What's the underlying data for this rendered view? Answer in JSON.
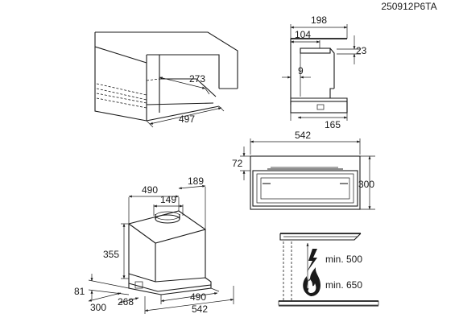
{
  "doc_code": "250912P6TA",
  "cabinet": {
    "d273": "273",
    "d497": "497"
  },
  "side": {
    "d198": "198",
    "d104": "104",
    "d23": "23",
    "d9": "9",
    "d165": "165"
  },
  "top": {
    "d542": "542",
    "d72": "72",
    "d300": "300"
  },
  "hood": {
    "d490": "490",
    "d189": "189",
    "d149": "149",
    "d355": "355",
    "d81": "81",
    "d300": "300",
    "d268": "268",
    "d490b": "490",
    "d542": "542"
  },
  "clearance": {
    "electric": "min. 500",
    "gas": "min. 650"
  }
}
